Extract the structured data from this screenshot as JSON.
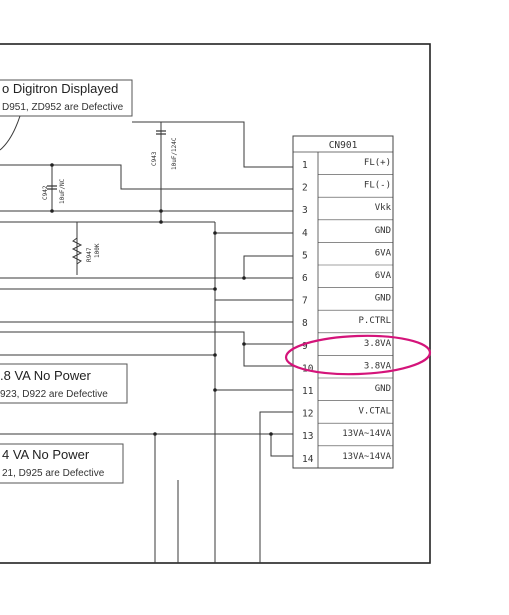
{
  "notes": [
    {
      "title": "o Digitron Displayed",
      "detail": "D951, ZD952 are Defective"
    },
    {
      "title": ".8 VA No Power",
      "detail": "923, D922 are Defective"
    },
    {
      "title": "4 VA No Power",
      "detail": "21, D925 are Defective"
    }
  ],
  "connector": {
    "name": "CN901",
    "pins": [
      {
        "num": "1",
        "signal": "FL(+)"
      },
      {
        "num": "2",
        "signal": "FL(-)"
      },
      {
        "num": "3",
        "signal": "Vkk"
      },
      {
        "num": "4",
        "signal": "GND"
      },
      {
        "num": "5",
        "signal": "6VA"
      },
      {
        "num": "6",
        "signal": "6VA"
      },
      {
        "num": "7",
        "signal": "GND"
      },
      {
        "num": "8",
        "signal": "P.CTRL"
      },
      {
        "num": "9",
        "signal": "3.8VA"
      },
      {
        "num": "10",
        "signal": "3.8VA"
      },
      {
        "num": "11",
        "signal": "GND"
      },
      {
        "num": "12",
        "signal": "V.CTAL"
      },
      {
        "num": "13",
        "signal": "13VA~14VA"
      },
      {
        "num": "14",
        "signal": "13VA~14VA"
      }
    ]
  },
  "components": {
    "c943": {
      "ref": "C943",
      "value": "10uF/124C"
    },
    "c942": {
      "ref": "C942",
      "value": "10uF/NC"
    },
    "r947": {
      "ref": "R947",
      "value": "100K"
    }
  },
  "colors": {
    "highlight": "#d4147a",
    "line": "#3a3a3a"
  }
}
